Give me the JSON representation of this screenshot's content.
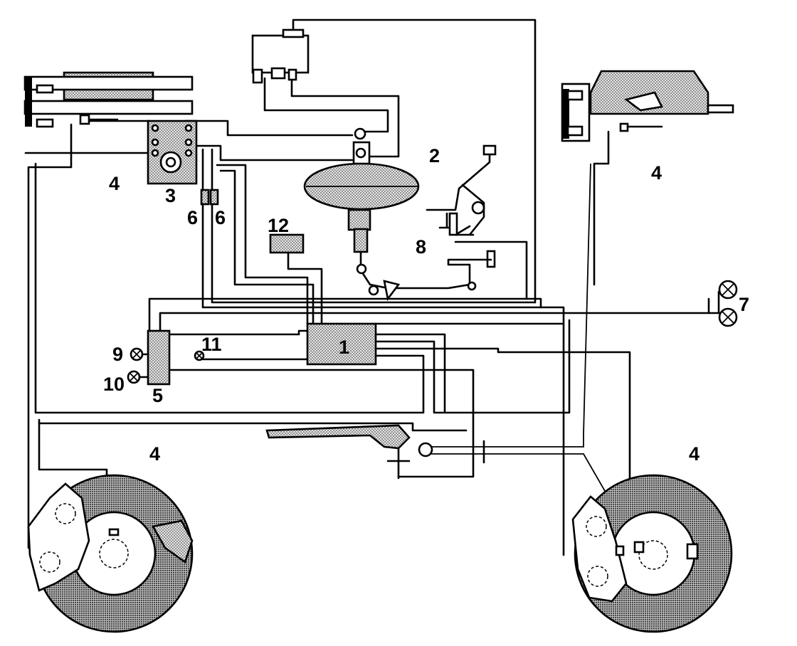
{
  "labels": {
    "ecu": "1",
    "booster": "2",
    "hydraulic_unit": "3",
    "sensor_front_left": "4",
    "sensor_front_right": "4",
    "sensor_rear_left": "4",
    "sensor_rear_right": "4",
    "relay_box": "5",
    "valve_left": "6",
    "valve_right": "6",
    "lamps_right": "7",
    "pedal_switch": "8",
    "lamp_9": "9",
    "lamp_10": "10",
    "lamp_11": "11",
    "relay_12": "12"
  }
}
